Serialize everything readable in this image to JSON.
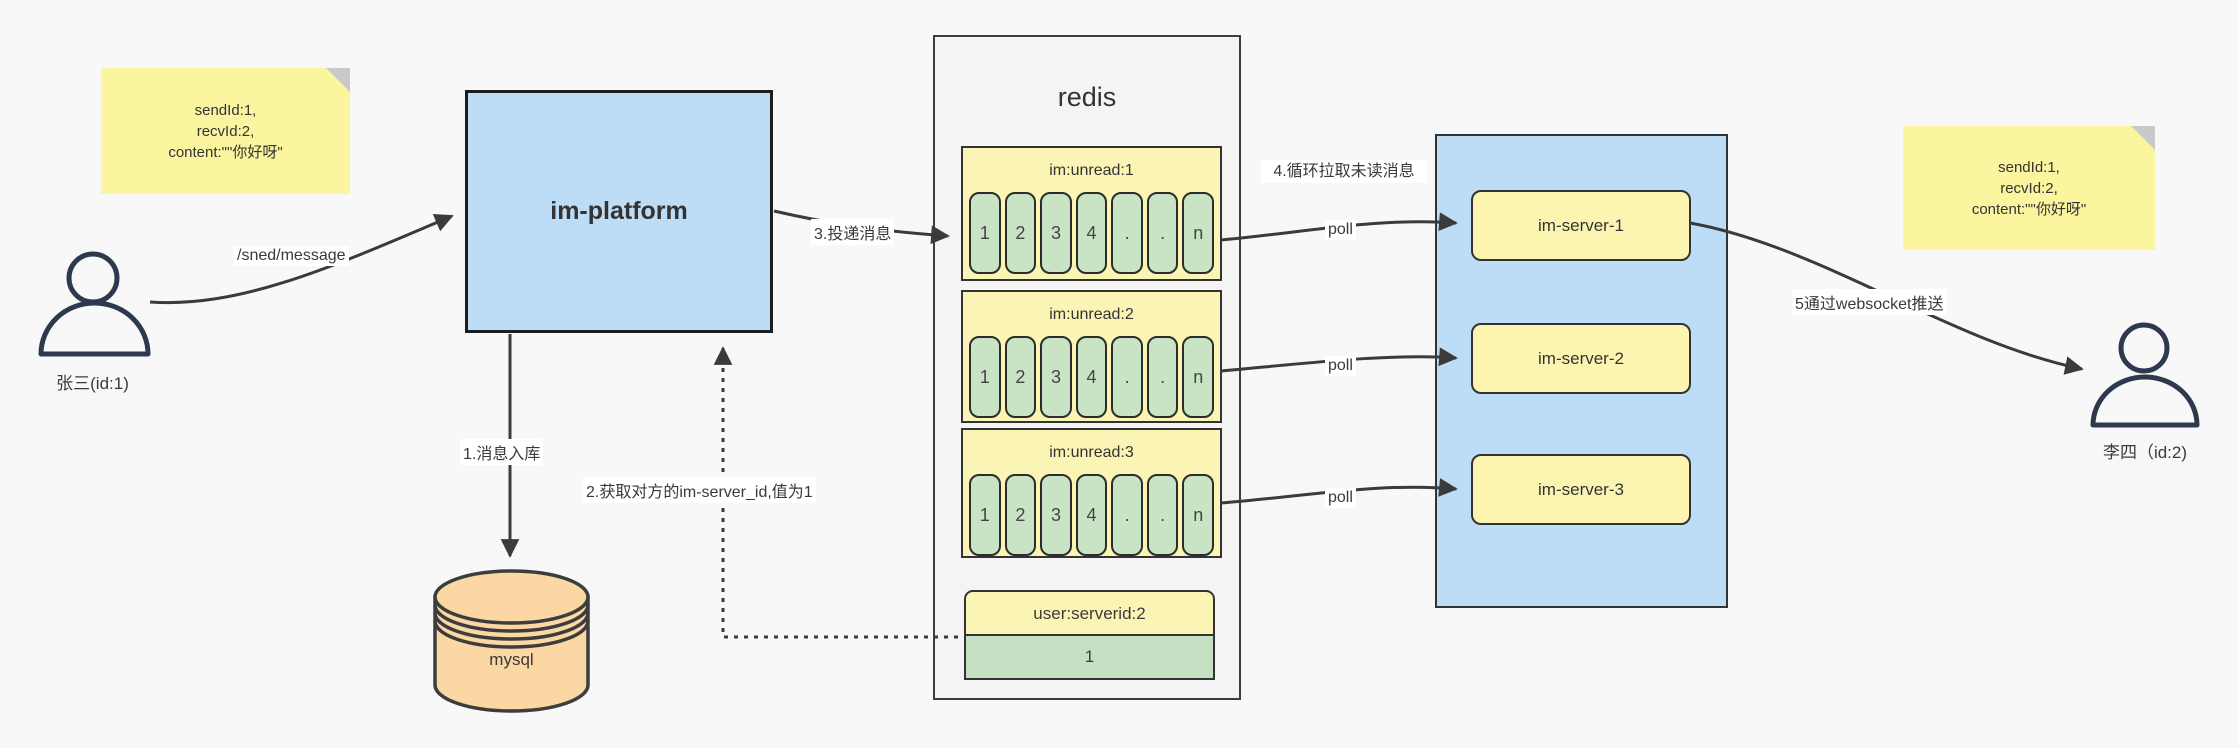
{
  "diagram": {
    "note_left": {
      "lines": [
        "sendId:1,",
        "recvId:2,",
        "content:\"\"你好呀\""
      ]
    },
    "note_right": {
      "lines": [
        "sendId:1,",
        "recvId:2,",
        "content:\"\"你好呀\""
      ]
    },
    "sender": {
      "label": "张三(id:1)"
    },
    "receiver": {
      "label": "李四（id:2)"
    },
    "platform": {
      "label": "im-platform"
    },
    "database": {
      "label": "mysql"
    },
    "redis": {
      "title": "redis",
      "queues": [
        {
          "name": "im:unread:1",
          "cells": [
            "1",
            "2",
            "3",
            "4",
            ".",
            ".",
            "n"
          ]
        },
        {
          "name": "im:unread:2",
          "cells": [
            "1",
            "2",
            "3",
            "4",
            ".",
            ".",
            "n"
          ]
        },
        {
          "name": "im:unread:3",
          "cells": [
            "1",
            "2",
            "3",
            "4",
            ".",
            ".",
            "n"
          ]
        }
      ],
      "kv": {
        "key": "user:serverid:2",
        "value": "1"
      }
    },
    "cluster": {
      "servers": [
        "im-server-1",
        "im-server-2",
        "im-server-3"
      ]
    },
    "edges": {
      "send": "/sned/message",
      "store": "1.消息入库",
      "get_server_id": "2.获取对方的im-server_id,值为1",
      "deliver": "3.投递消息",
      "loop_pull": "4.循环拉取未读消息",
      "poll": "poll",
      "ws_push": "5通过websocket推送"
    },
    "colors": {
      "canvas_bg": "#f8f8f8",
      "sticky_yellow": "#fbf59f",
      "box_blue": "#bddcf5",
      "panel_gray": "#f4f4f4",
      "queue_yellow": "#fbf5b5",
      "cell_green": "#c9e3c5",
      "server_yellow": "#fcf5b2",
      "db_orange": "#fbd7a4",
      "line_dark": "#3b3b3b"
    }
  }
}
